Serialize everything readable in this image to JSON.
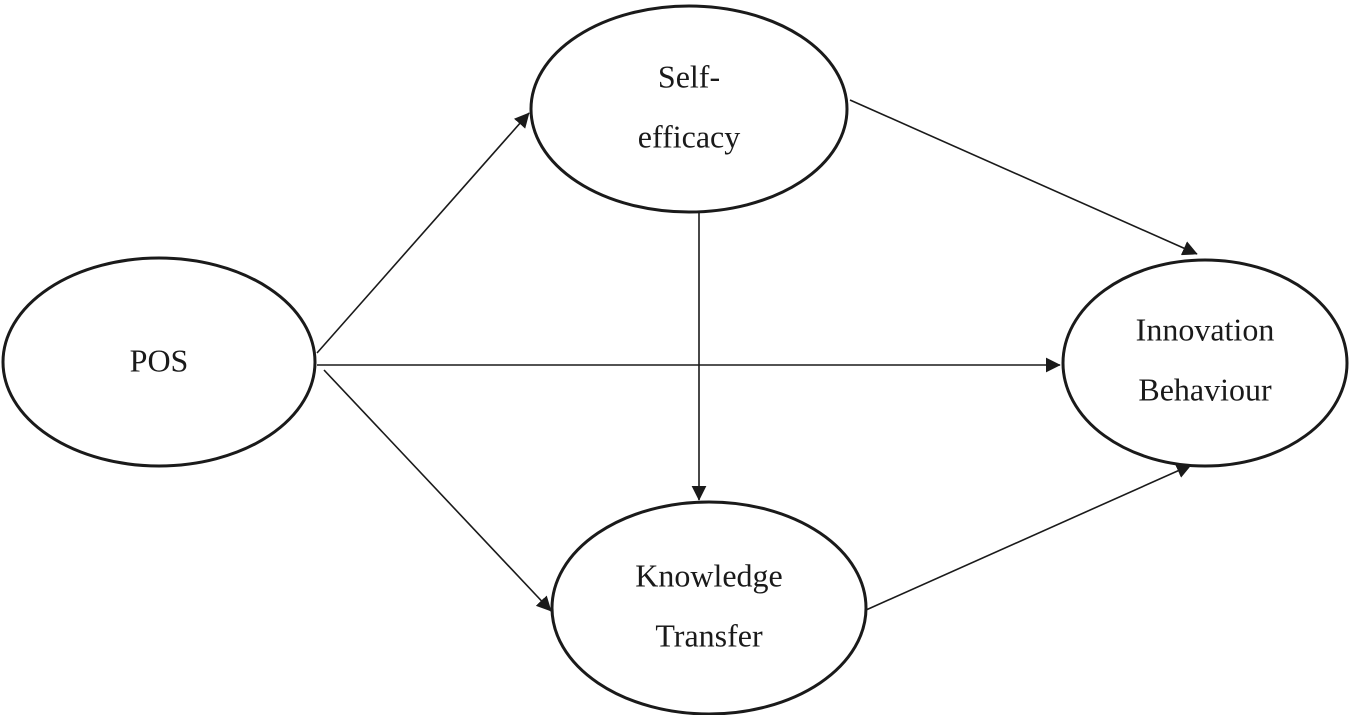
{
  "nodes": {
    "pos": {
      "lines": [
        "POS"
      ]
    },
    "self_efficacy": {
      "lines": [
        "Self-",
        "efficacy"
      ]
    },
    "knowledge_transfer": {
      "lines": [
        "Knowledge",
        "Transfer"
      ]
    },
    "innovation_behaviour": {
      "lines": [
        "Innovation",
        "Behaviour"
      ]
    }
  },
  "edges": [
    {
      "from": "pos",
      "to": "self_efficacy"
    },
    {
      "from": "pos",
      "to": "innovation_behaviour"
    },
    {
      "from": "pos",
      "to": "knowledge_transfer"
    },
    {
      "from": "self_efficacy",
      "to": "knowledge_transfer"
    },
    {
      "from": "self_efficacy",
      "to": "innovation_behaviour"
    },
    {
      "from": "knowledge_transfer",
      "to": "innovation_behaviour"
    }
  ]
}
